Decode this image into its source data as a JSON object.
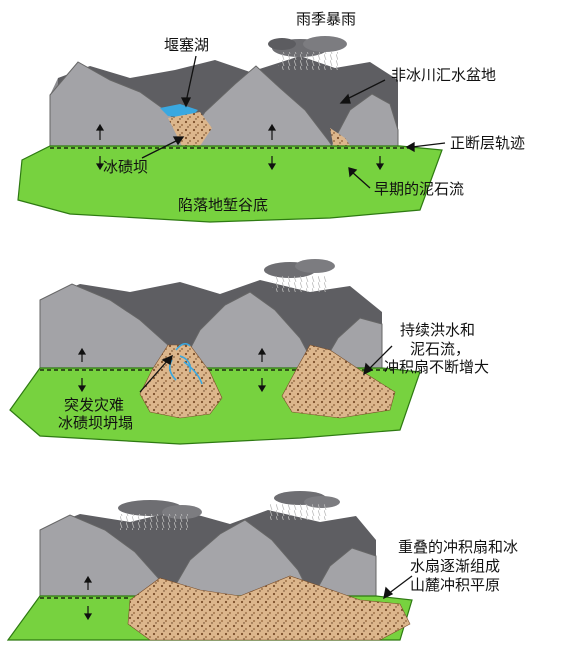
{
  "panel1": {
    "rain": "雨季暴雨",
    "dammed_lake": "堰塞湖",
    "non_glacial_basin": "非冰川汇水盆地",
    "normal_fault": "正断层轨迹",
    "moraine_dam": "冰碛坝",
    "early_debris_flow": "早期的泥石流",
    "valley_floor": "陷落地堑谷底"
  },
  "panel2": {
    "flood_line1": "持续洪水和",
    "flood_line2": "泥石流，",
    "flood_line3": "冲积扇不断增大",
    "collapse_line1": "突发灾难",
    "collapse_line2": "冰碛坝坍塌"
  },
  "panel3": {
    "plain_line1": "重叠的冲积扇和冰",
    "plain_line2": "水扇逐渐组成",
    "plain_line3": "山麓冲积平原"
  },
  "colors": {
    "mountain_light": "#a3a3a7",
    "mountain_dark": "#5e5e62",
    "ground_green": "#77d23f",
    "ground_edge": "#2e7a12",
    "debris": "#d9b48a",
    "water_blue": "#3aa8e0",
    "cloud": "#6e6e72"
  }
}
